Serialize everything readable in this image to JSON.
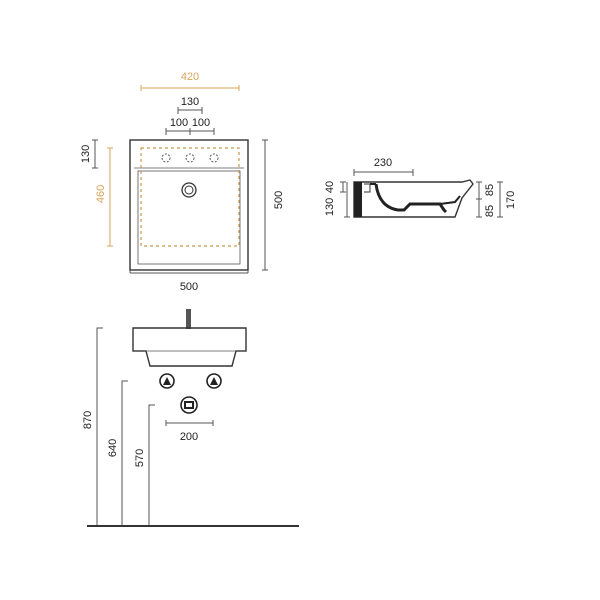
{
  "top_view": {
    "overall_width_label": "420",
    "tap_spacing_label": "130",
    "tap_offset_left_label": "100",
    "tap_offset_right_label": "100",
    "left_top_label": "130",
    "left_depth_label": "460",
    "right_depth_label": "500",
    "bottom_width_label": "500"
  },
  "side_view": {
    "top_width_label": "230",
    "left_small_label": "40",
    "left_height_label": "130",
    "right_upper_label": "85",
    "right_lower_label": "85",
    "right_total_label": "170"
  },
  "elevation": {
    "height_basin_label": "870",
    "height_valves_label": "640",
    "height_drain_label": "570",
    "valve_spacing_label": "200"
  },
  "colors": {
    "accent": "#d9a55a",
    "line": "#333333"
  }
}
